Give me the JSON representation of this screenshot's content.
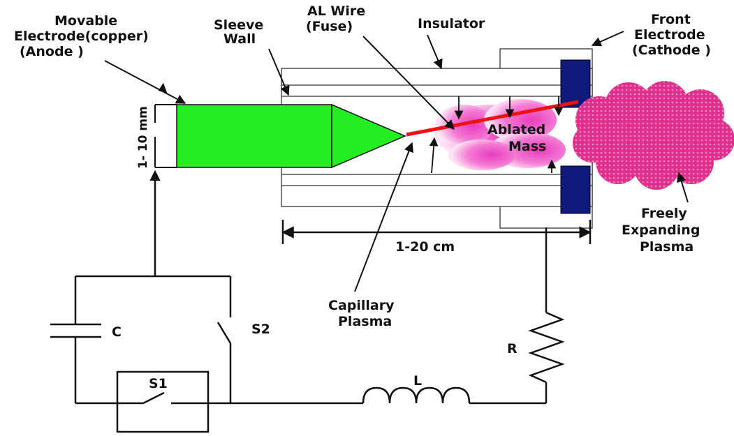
{
  "labels": {
    "movable_electrode_line1": "Movable",
    "movable_electrode_line2": "Electrode(copper)",
    "movable_electrode_line3": "(Anode )",
    "sleeve_wall_line1": "Sleeve",
    "sleeve_wall_line2": "Wall",
    "al_wire_line1": "AL Wire",
    "al_wire_line2": "(Fuse)",
    "insulator": "Insulator",
    "front_electrode_line1": "Front",
    "front_electrode_line2": "Electrode",
    "front_electrode_line3": "(Cathode )",
    "gap_dimension": "1- 10 mm",
    "ablated_mass_line1": "Ablated",
    "ablated_mass_line2": "Mass",
    "length_dimension": "1-20 cm",
    "capillary_plasma_line1": "Capillary",
    "capillary_plasma_line2": "Plasma",
    "freely_expanding_line1": "Freely",
    "freely_expanding_line2": "Expanding",
    "freely_expanding_line3": "Plasma",
    "capacitor": "C",
    "switch_s2": "S2",
    "switch_s1": "S1",
    "inductor": "L",
    "resistor": "R"
  },
  "colors": {
    "anode": "#22ee22",
    "cathode": "#101a7a",
    "wire": "#ee1111",
    "ablated_mass": "#f06ad0",
    "expanding_plasma": "#e0308c",
    "line": "#111111"
  }
}
